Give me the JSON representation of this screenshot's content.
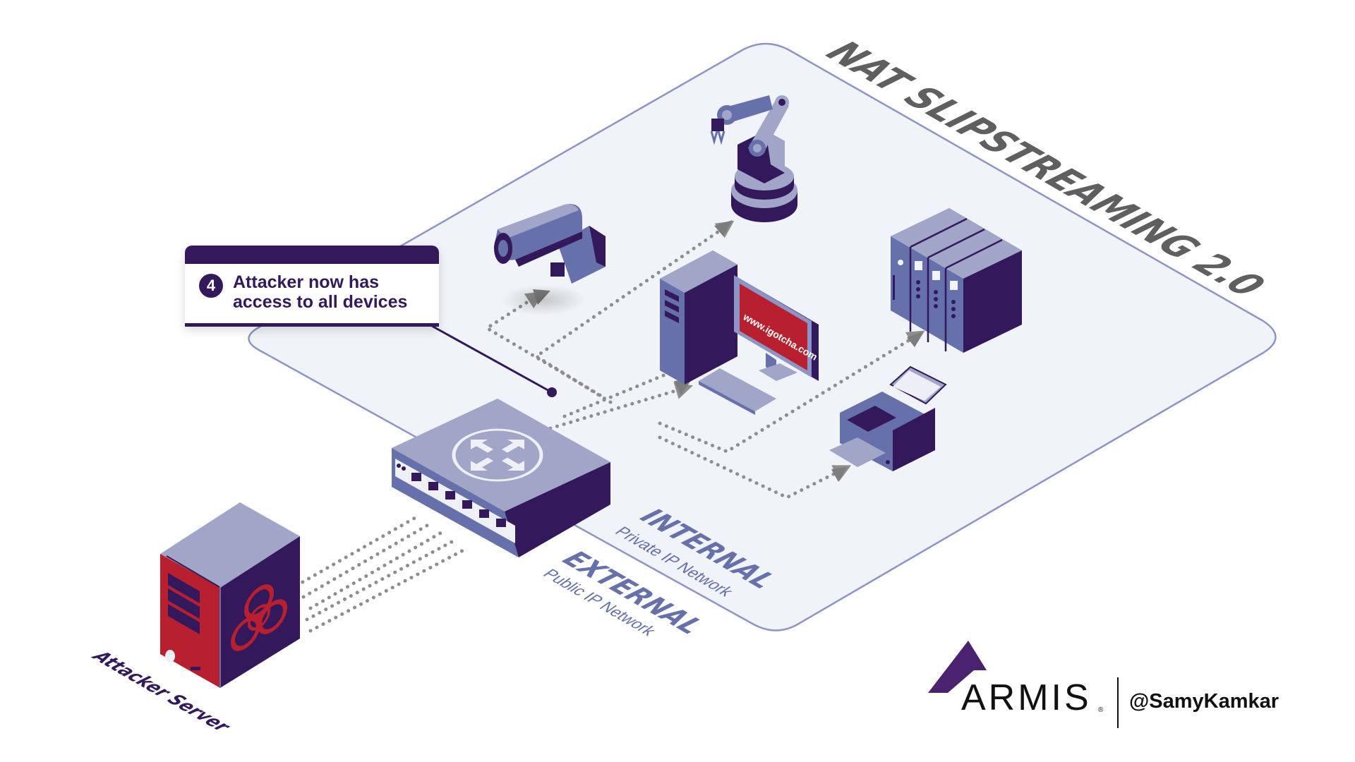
{
  "title": "NAT SLIPSTREAMING 2.0",
  "callout": {
    "step_number": "4",
    "text_line1": "Attacker now has",
    "text_line2": "access to all devices"
  },
  "zones": {
    "internal": {
      "label": "INTERNAL",
      "sublabel": "Private IP Network"
    },
    "external": {
      "label": "EXTERNAL",
      "sublabel": "Public IP Network"
    }
  },
  "devices": {
    "attacker_server": {
      "label": "Attacker Server",
      "icon": "biohazard-icon"
    },
    "router": {
      "icon": "router-arrows-icon",
      "port_count": 6
    },
    "security_camera": {
      "icon": "camera-icon"
    },
    "robot_arm": {
      "icon": "robot-arm-icon"
    },
    "desktop_computer": {
      "screen_text": "www.igotcha.com",
      "icon": "computer-icon"
    },
    "server_rack": {
      "icon": "server-rack-icon"
    },
    "printer": {
      "icon": "printer-icon"
    }
  },
  "branding": {
    "logo_text": "ARMIS",
    "logo_mark": "®",
    "handle": "@SamyKamkar"
  },
  "colors": {
    "dark_purple": "#33195c",
    "mid_purple": "#6670aa",
    "light_purple": "#a1a6c8",
    "platform_fill": "#f0f3f7",
    "platform_stroke": "#8d95c6",
    "accent_red": "#b8202f",
    "title_gray": "#5f5f5f",
    "dotted_gray": "#8e8e8e",
    "logo_purple": "#4a2270"
  }
}
